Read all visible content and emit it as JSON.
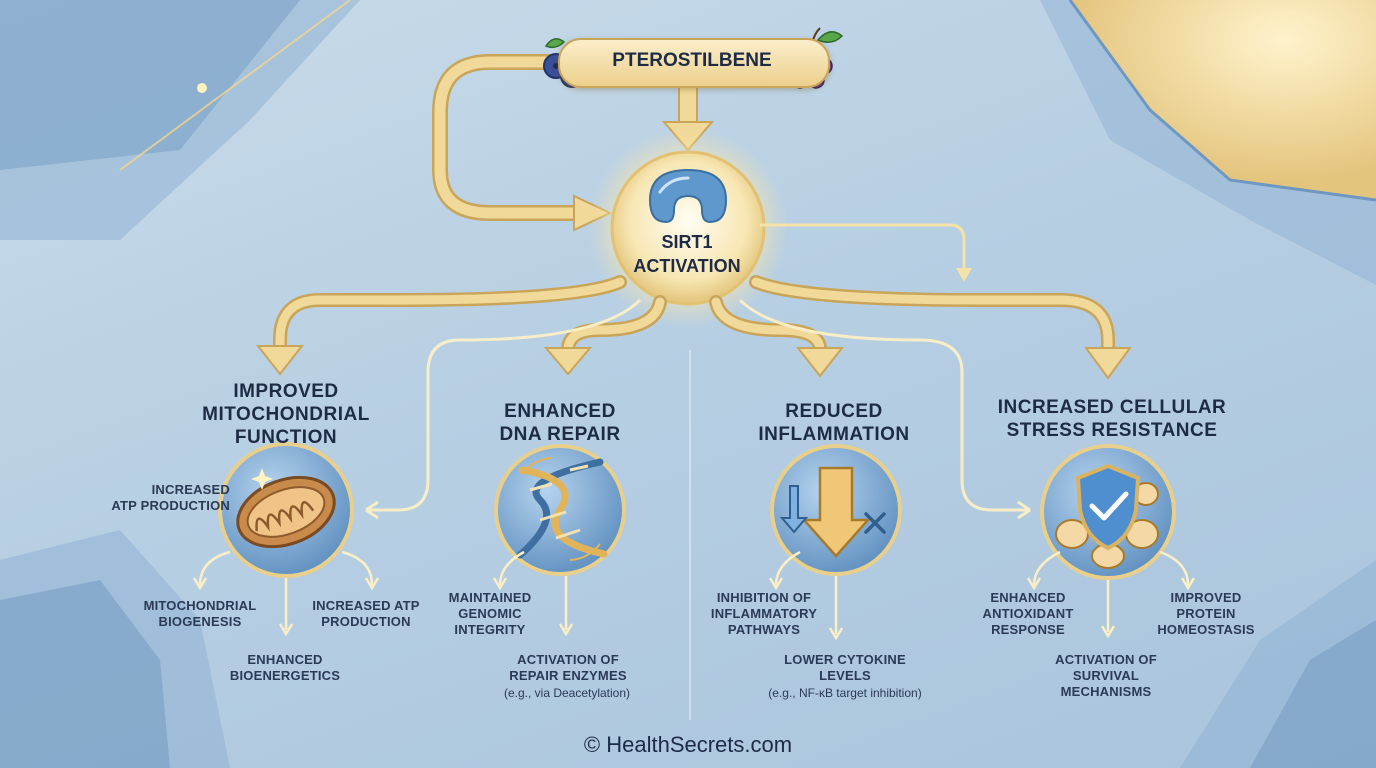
{
  "title": "PTEROSTILBENE",
  "center_node": "SIRT1\nACTIVATION",
  "branches": [
    {
      "heading": "IMPROVED\nMITOCHONDRIAL\nFUNCTION",
      "icon": "mitochondrion-icon",
      "outcomes": [
        "INCREASED\nATP PRODUCTION",
        "MITOCHONDRIAL\nBIOGENESIS",
        "INCREASED ATP\nPRODUCTION",
        "ENHANCED\nBIOENERGETICS"
      ]
    },
    {
      "heading": "ENHANCED\nDNA REPAIR",
      "icon": "dna-helix-icon",
      "outcomes": [
        "MAINTAINED\nGENOMIC\nINTEGRITY",
        "ACTIVATION OF\nREPAIR ENZYMES"
      ],
      "note": "(e.g., via Deacetylation)"
    },
    {
      "heading": "REDUCED\nINFLAMMATION",
      "icon": "down-arrow-inhibition-icon",
      "outcomes": [
        "INHIBITION OF\nINFLAMMATORY\nPATHWAYS",
        "LOWER CYTOKINE\nLEVELS"
      ],
      "note": "(e.g., NF-κB target inhibition)"
    },
    {
      "heading": "INCREASED CELLULAR\nSTRESS RESISTANCE",
      "icon": "shield-check-icon",
      "outcomes": [
        "ENHANCED\nANTIOXIDANT\nRESPONSE",
        "IMPROVED\nPROTEIN\nHOMEOSTASIS",
        "ACTIVATION OF\nSURVIVAL\nMECHANISMS"
      ]
    }
  ],
  "footer": "© HealthSecrets.com",
  "colors": {
    "arrow": "#e8cf8c",
    "arrow_stroke": "#c9a55a",
    "circle": "#6f9cc8",
    "text": "#1d2b45"
  }
}
